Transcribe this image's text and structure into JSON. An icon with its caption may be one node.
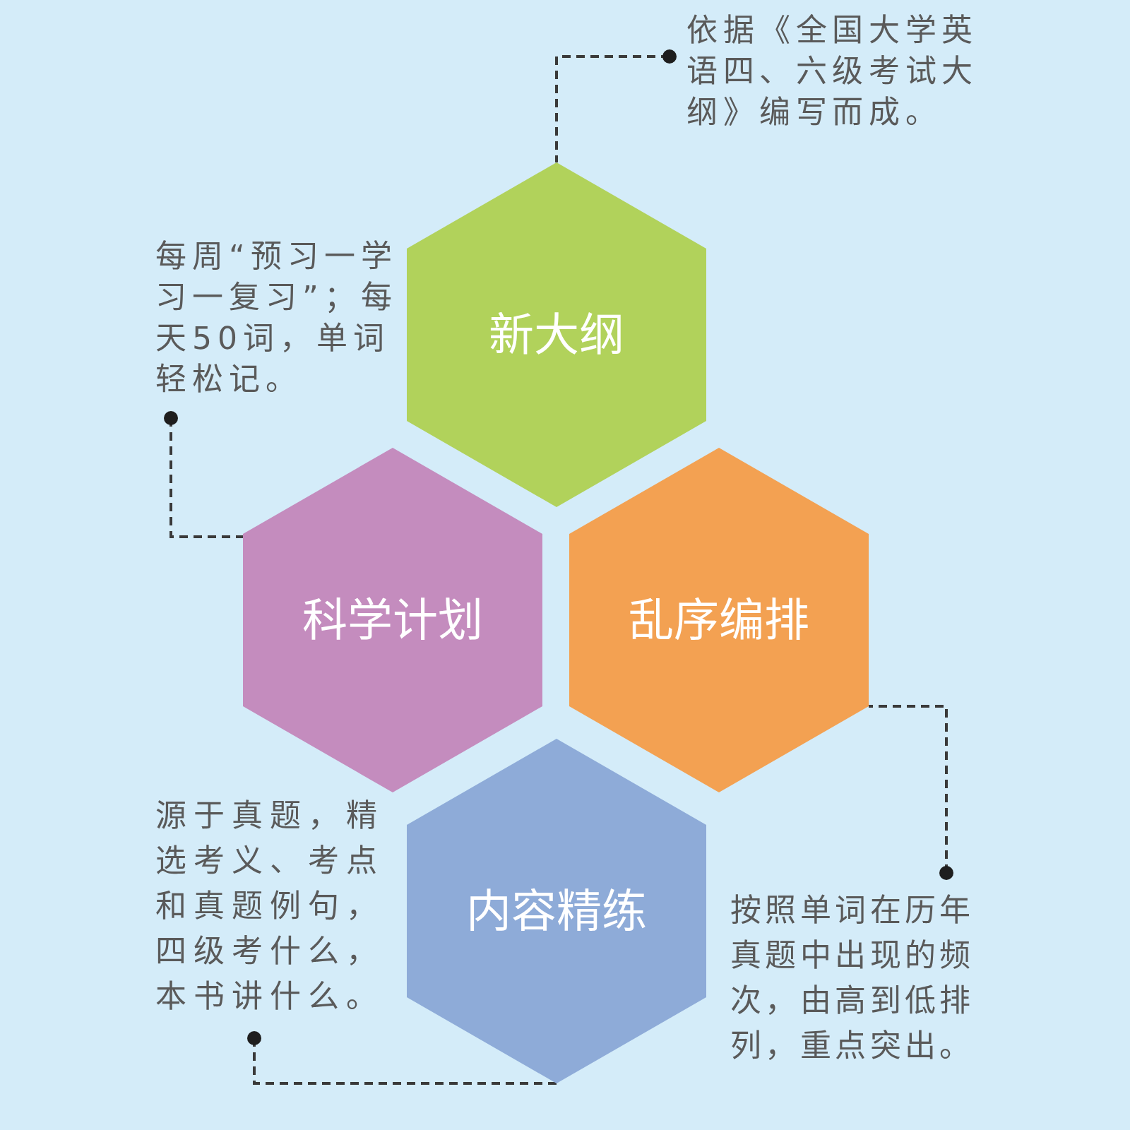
{
  "diagram": {
    "nodes": [
      {
        "text": [
          "依据《全国大学英语四、六级考试大纲》编写而成。"
        ]
      },
      {
        "text": [
          "新大纲"
        ]
      },
      {
        "text": [
          "每周“预习一学习一复习”；每天50词，单词轻松记。"
        ]
      },
      {
        "text": [
          "科学计划"
        ]
      },
      {
        "text": [
          "乱序编排"
        ]
      },
      {
        "text": [
          "内容精练"
        ]
      },
      {
        "text": [
          "源于真题，精选考义、考点和真题例句，四级考什么，本书讲什么。"
        ]
      },
      {
        "text": [
          "按照单词在历年真题中出现的频次，由高到低排列，重点突出。"
        ]
      }
    ],
    "edges": [
      {
        "from": 0,
        "to": 1,
        "arrow": "other",
        "style": "dashed"
      },
      {
        "from": 2,
        "to": 3,
        "arrow": "other",
        "style": "dashed"
      },
      {
        "from": 6,
        "to": 5,
        "arrow": "other",
        "style": "dashed"
      },
      {
        "from": 7,
        "to": 4,
        "arrow": "other",
        "style": "dashed"
      }
    ]
  }
}
